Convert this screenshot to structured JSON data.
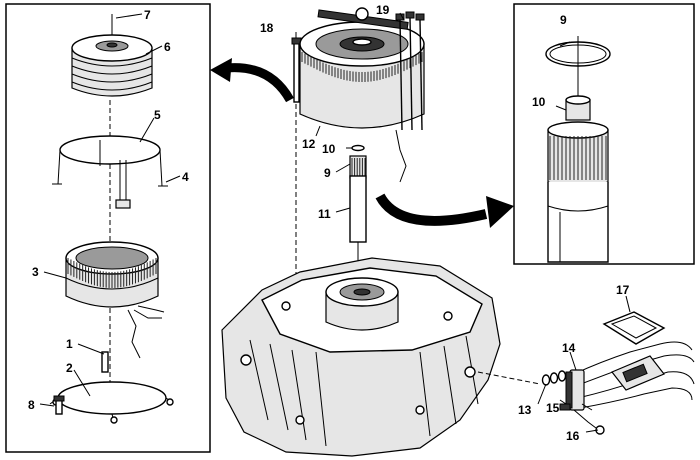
{
  "callouts": {
    "c1": "1",
    "c2": "2",
    "c3": "3",
    "c4": "4",
    "c5": "5",
    "c6": "6",
    "c7": "7",
    "c8": "8",
    "c9a": "9",
    "c9b": "9",
    "c10a": "10",
    "c10b": "10",
    "c11": "11",
    "c12": "12",
    "c13": "13",
    "c14": "14",
    "c15": "15",
    "c16": "16",
    "c17": "17",
    "c18": "18",
    "c19": "19"
  },
  "colors": {
    "line": "#000000",
    "background": "#ffffff",
    "shade": "#e6e6e6"
  }
}
